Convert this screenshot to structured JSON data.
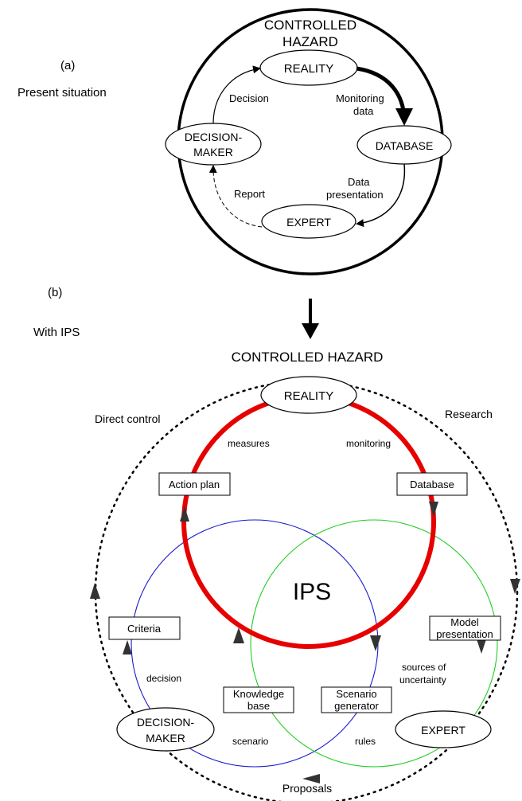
{
  "panel_a": {
    "label": "(a)",
    "caption": "Present situation",
    "title": [
      "CONTROLLED",
      "HAZARD"
    ],
    "nodes": {
      "reality": "REALITY",
      "decision_maker": [
        "DECISION-",
        "MAKER"
      ],
      "database": "DATABASE",
      "expert": "EXPERT"
    },
    "edges": {
      "decision": "Decision",
      "monitoring_data": [
        "Monitoring",
        "data"
      ],
      "data_presentation": [
        "Data",
        "presentation"
      ],
      "report": "Report"
    }
  },
  "panel_b": {
    "label": "(b)",
    "caption": "With IPS",
    "title": "CONTROLLED HAZARD",
    "nodes": {
      "reality": "REALITY",
      "decision_maker": [
        "DECISION-",
        "MAKER"
      ],
      "expert": "EXPERT"
    },
    "boxes": {
      "action_plan": "Action plan",
      "database": "Database",
      "criteria": "Criteria",
      "model_presentation": [
        "Model",
        "presentation"
      ],
      "knowledge_base": [
        "Knowledge",
        "base"
      ],
      "scenario_generator": [
        "Scenario",
        "generator"
      ]
    },
    "center": "IPS",
    "labels": {
      "direct_control": "Direct control",
      "research": "Research",
      "measures": "measures",
      "monitoring": "monitoring",
      "decision": "decision",
      "sources_of_uncertainty": [
        "sources of",
        "uncertainty"
      ],
      "scenario": "scenario",
      "rules": "rules",
      "proposals": "Proposals"
    }
  },
  "colors": {
    "red_ring": "#e60000",
    "blue_ring": "#1a1acc",
    "green_ring": "#22cc22",
    "stroke": "#000000"
  }
}
